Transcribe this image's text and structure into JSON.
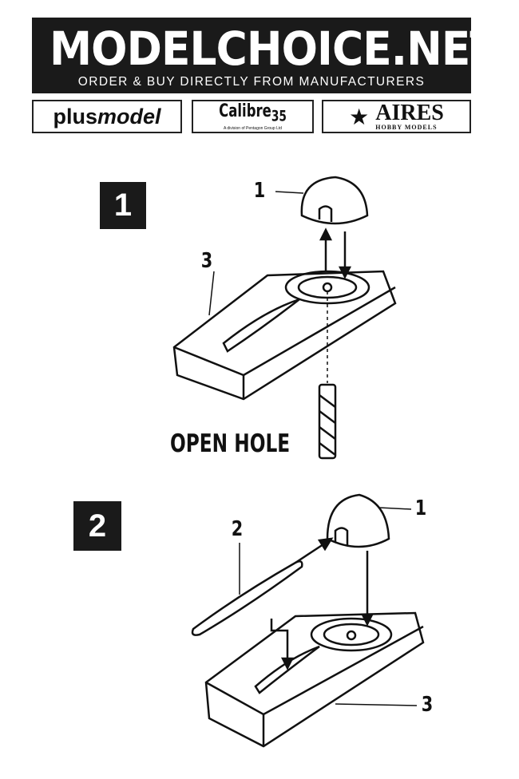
{
  "banner": {
    "title": "MODELCHOICE.NET",
    "subtitle": "ORDER & BUY DIRECTLY FROM MANUFACTURERS"
  },
  "logos": {
    "plus": "plus",
    "model": "model",
    "calibre": "Calibre",
    "calibre_num": "35",
    "calibre_sub": "A division of Pentagon Group Ltd",
    "aires": "AIRES",
    "aires_sub": "HOBBY MODELS"
  },
  "steps": [
    {
      "number": "1",
      "labels": {
        "spinner": "1",
        "base": "3"
      },
      "note": "OPEN HOLE"
    },
    {
      "number": "2",
      "labels": {
        "spinner": "1",
        "rod": "2",
        "base": "3"
      }
    }
  ]
}
